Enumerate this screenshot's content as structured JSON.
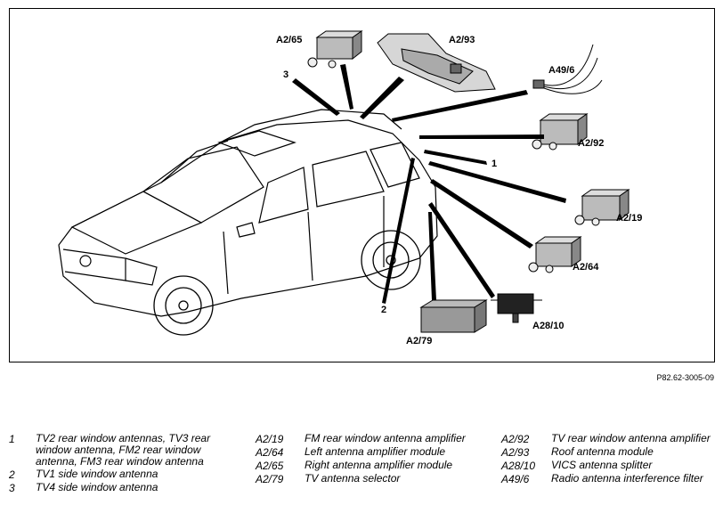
{
  "callouts": {
    "a2_65": "A2/65",
    "a2_93": "A2/93",
    "a49_6": "A49/6",
    "a2_92": "A2/92",
    "one": "1",
    "a2_19": "A2/19",
    "a2_64": "A2/64",
    "a28_10": "A28/10",
    "a2_79": "A2/79",
    "two": "2",
    "three": "3"
  },
  "reference_code": "P82.62-3005-09",
  "legend": {
    "col1": [
      {
        "key": "1",
        "text": "TV2 rear window antennas, TV3 rear window antenna, FM2 rear window antenna, FM3 rear window antenna"
      },
      {
        "key": "2",
        "text": "TV1 side window antenna"
      },
      {
        "key": "3",
        "text": "TV4 side window antenna"
      }
    ],
    "col2": [
      {
        "key": "A2/19",
        "text": "FM rear window antenna amplifier"
      },
      {
        "key": "A2/64",
        "text": "Left antenna amplifier module"
      },
      {
        "key": "A2/65",
        "text": "Right antenna amplifier module"
      },
      {
        "key": "A2/79",
        "text": "TV antenna selector"
      }
    ],
    "col3": [
      {
        "key": "A2/92",
        "text": "TV rear window antenna amplifier"
      },
      {
        "key": "A2/93",
        "text": "Roof antenna module"
      },
      {
        "key": "A28/10",
        "text": "VICS antenna splitter"
      },
      {
        "key": "A49/6",
        "text": "Radio antenna interference filter"
      }
    ]
  }
}
